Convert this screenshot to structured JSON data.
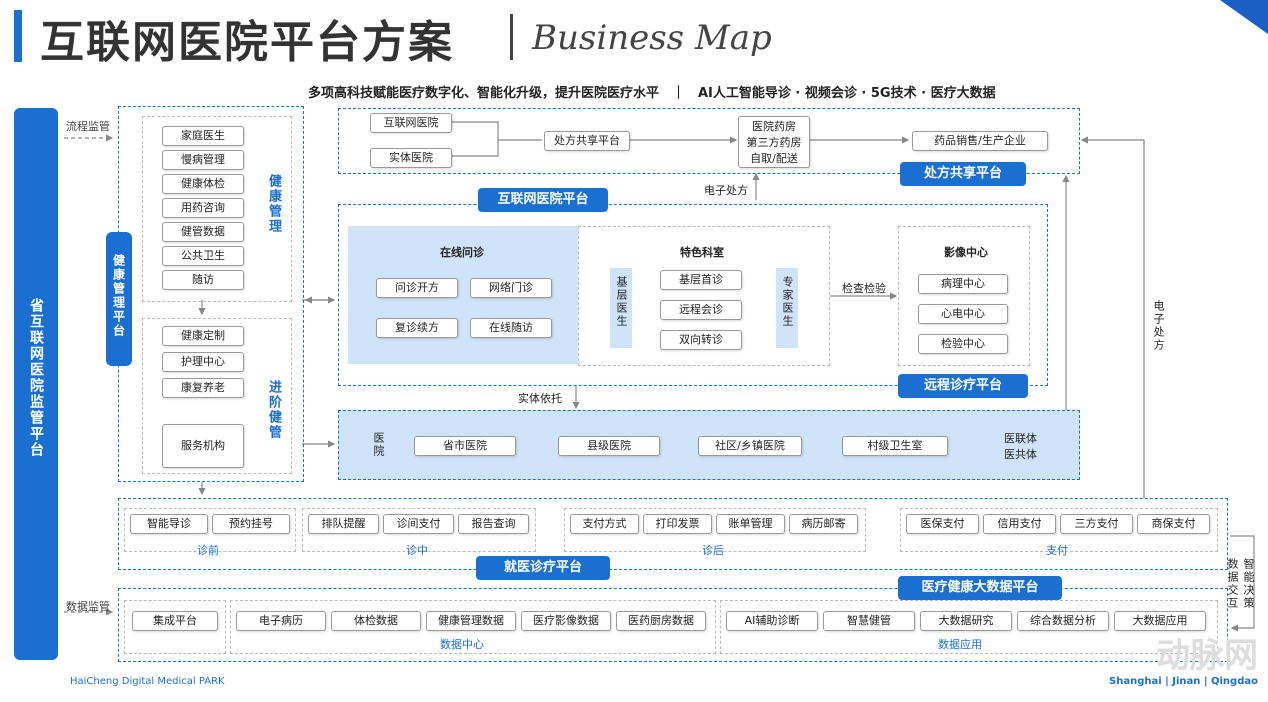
{
  "header": {
    "title": "互联网医院平台方案",
    "subtitle": "Business Map",
    "tagline": "多项高科技赋能医疗数字化、智能化升级，提升医院医疗水平　｜　AI人工智能导诊 · 视频会诊 · 5G技术 ·  医疗大数据"
  },
  "left_panel": {
    "label": "省互联网医院监管平台",
    "flow_label": "流程监管",
    "data_label": "数据监管"
  },
  "health_mgmt": {
    "label": "健康管理平台",
    "group1_label": "健康管理",
    "group1_items": [
      "家庭医生",
      "慢病管理",
      "健康体检",
      "用药咨询",
      "健管数据",
      "公共卫生",
      "随访"
    ],
    "group2_label": "进阶健管",
    "group2_items": [
      "健康定制",
      "护理中心",
      "康复养老"
    ],
    "service": "服务机构"
  },
  "rx_platform": {
    "label": "处方共享平台",
    "hospital": "互联网医院",
    "physical": "实体医院",
    "share": "处方共享平台",
    "pharmacy": "医院药房\n第三方药房\n自取/配送",
    "pharma": "药品销售/生产企业",
    "eprescription": "电子处方"
  },
  "ih_platform": {
    "label": "互联网医院平台",
    "online": "在线问诊",
    "online_items": [
      "问诊开方",
      "网络门诊",
      "复诊续方",
      "在线随访"
    ],
    "special": "特色科室",
    "base_doc": "基层医生",
    "expert_doc": "专家医生",
    "special_items": [
      "基层首诊",
      "远程会诊",
      "双向转诊"
    ],
    "check": "检查检验",
    "imaging": "影像中心",
    "imaging_items": [
      "病理中心",
      "心电中心",
      "检验中心"
    ],
    "remote_label": "远程诊疗平台",
    "entity": "实体依托"
  },
  "hospital_row": {
    "label": "医院",
    "items": [
      "省市医院",
      "县级医院",
      "社区/乡镇医院",
      "村级卫生室"
    ],
    "right1": "医联体",
    "right2": "医共体"
  },
  "right_side": {
    "eprescription": "电子处方",
    "data_exchange": "数据交互",
    "smart": "智能决策"
  },
  "care_platform": {
    "label": "就医诊疗平台",
    "sections": [
      {
        "label": "诊前",
        "items": [
          "智能导诊",
          "预约挂号"
        ]
      },
      {
        "label": "诊中",
        "items": [
          "排队提醒",
          "诊间支付",
          "报告查询"
        ]
      },
      {
        "label": "诊后",
        "items": [
          "支付方式",
          "打印发票",
          "账单管理",
          "病历邮寄"
        ]
      },
      {
        "label": "支付",
        "items": [
          "医保支付",
          "信用支付",
          "三方支付",
          "商保支付"
        ]
      }
    ]
  },
  "bigdata": {
    "label": "医疗健康大数据平台",
    "integration": "集成平台",
    "center_label": "数据中心",
    "center_items": [
      "电子病历",
      "体检数据",
      "健康管理数据",
      "医疗影像数据",
      "医药厨房数据"
    ],
    "app_label": "数据应用",
    "app_items": [
      "AI辅助诊断",
      "智慧健管",
      "大数据研究",
      "综合数据分析",
      "大数据应用"
    ]
  },
  "footer": {
    "left": "HaiCheng Digital Medical PARK",
    "right": "Shanghai | Jinan | Qingdao"
  },
  "watermark": "动脉网"
}
